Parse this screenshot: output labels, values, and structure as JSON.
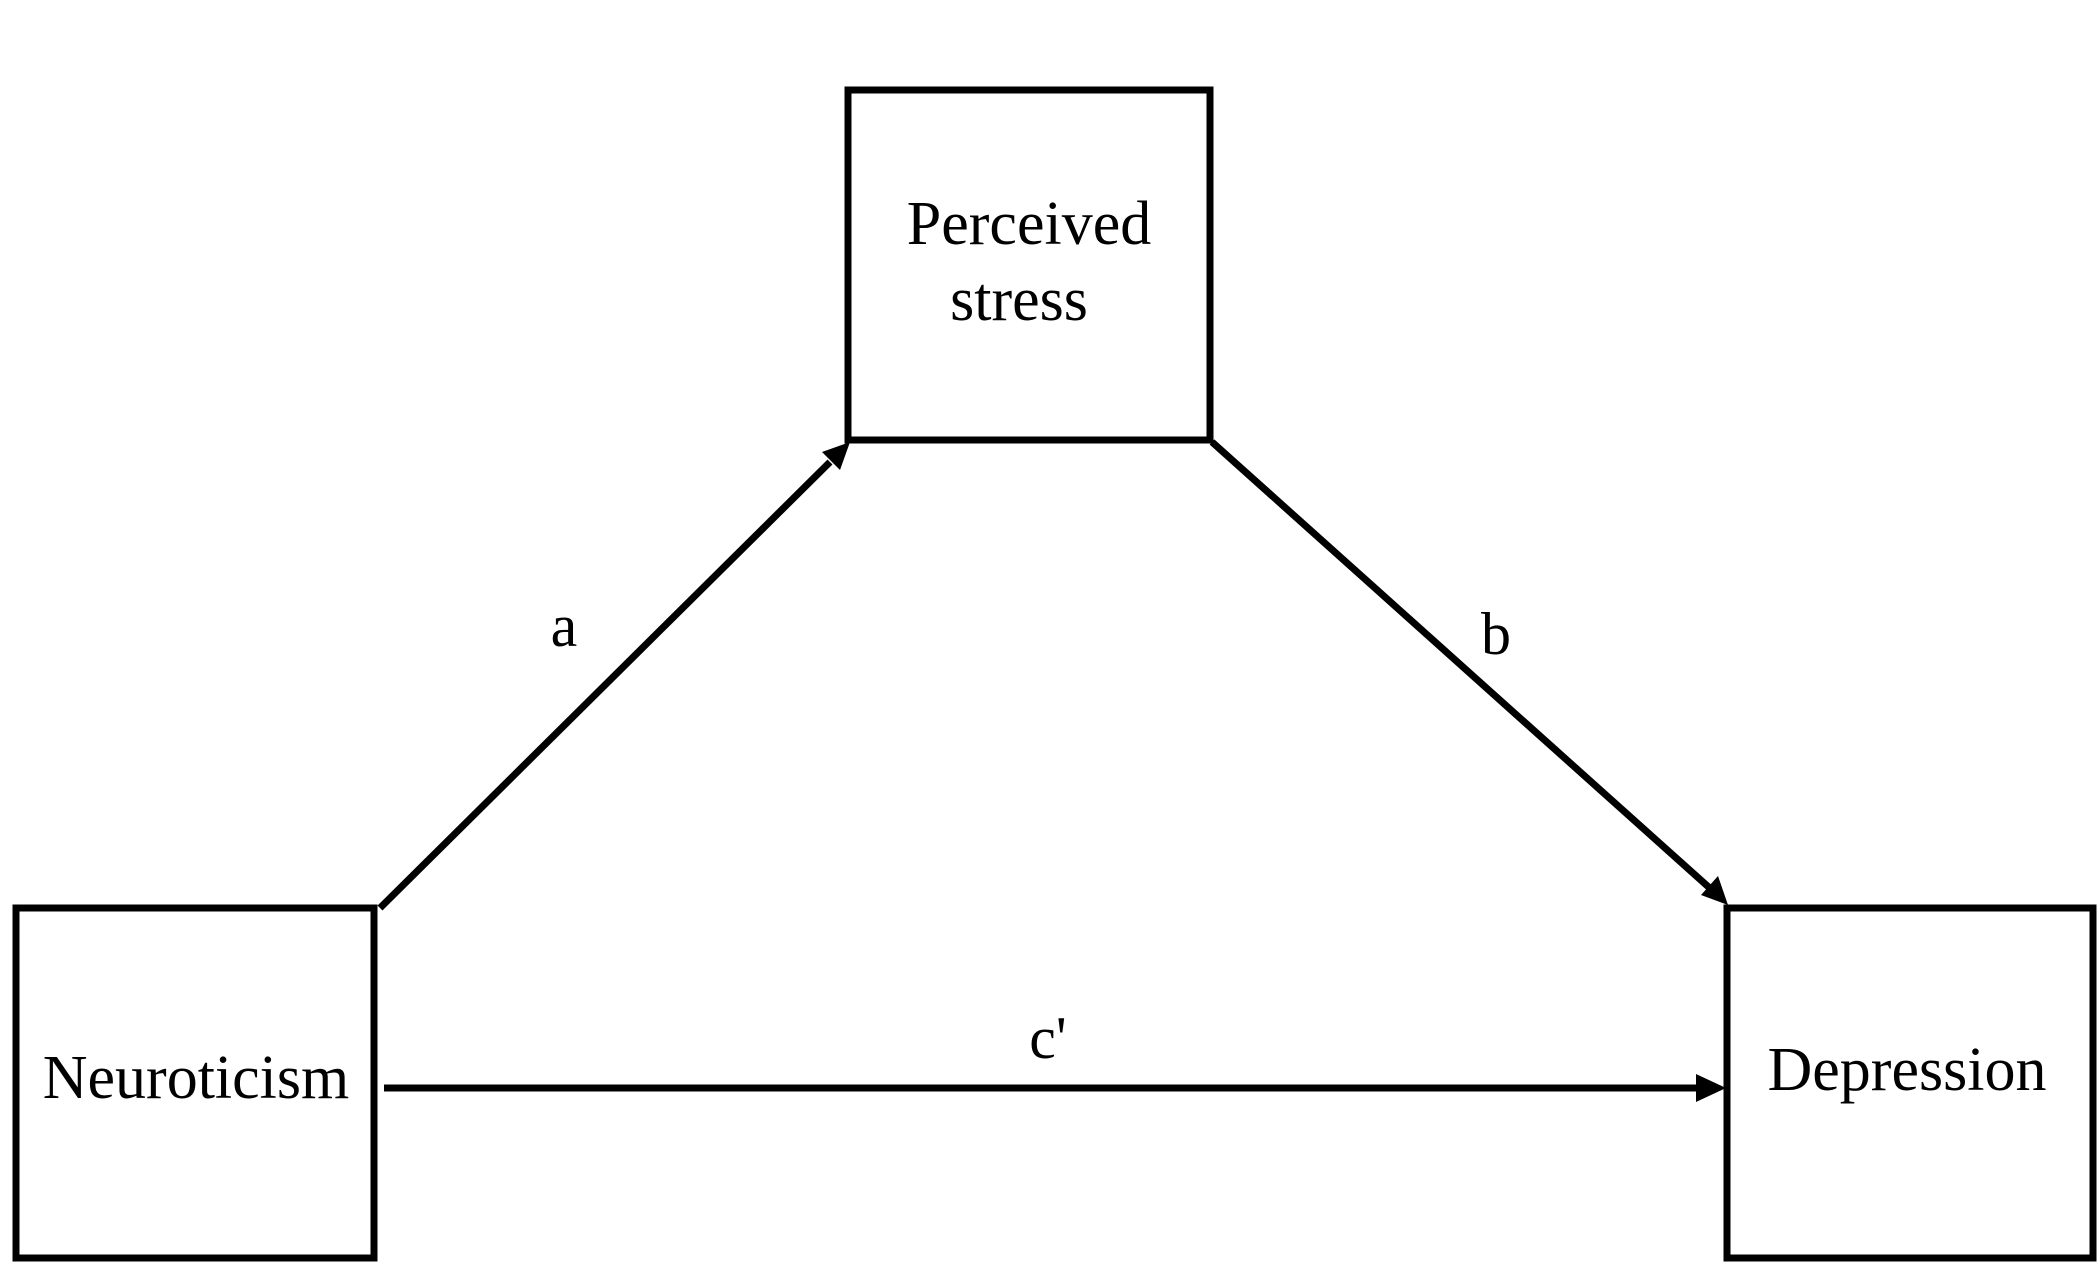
{
  "nodes": {
    "mediator": {
      "line1": "Perceived",
      "line2": "stress"
    },
    "predictor": {
      "label": "Neuroticism"
    },
    "outcome": {
      "label": "Depression"
    }
  },
  "paths": {
    "a": "a",
    "b": "b",
    "c_prime": "c'"
  },
  "colors": {
    "stroke": "#000000",
    "background": "#ffffff"
  }
}
